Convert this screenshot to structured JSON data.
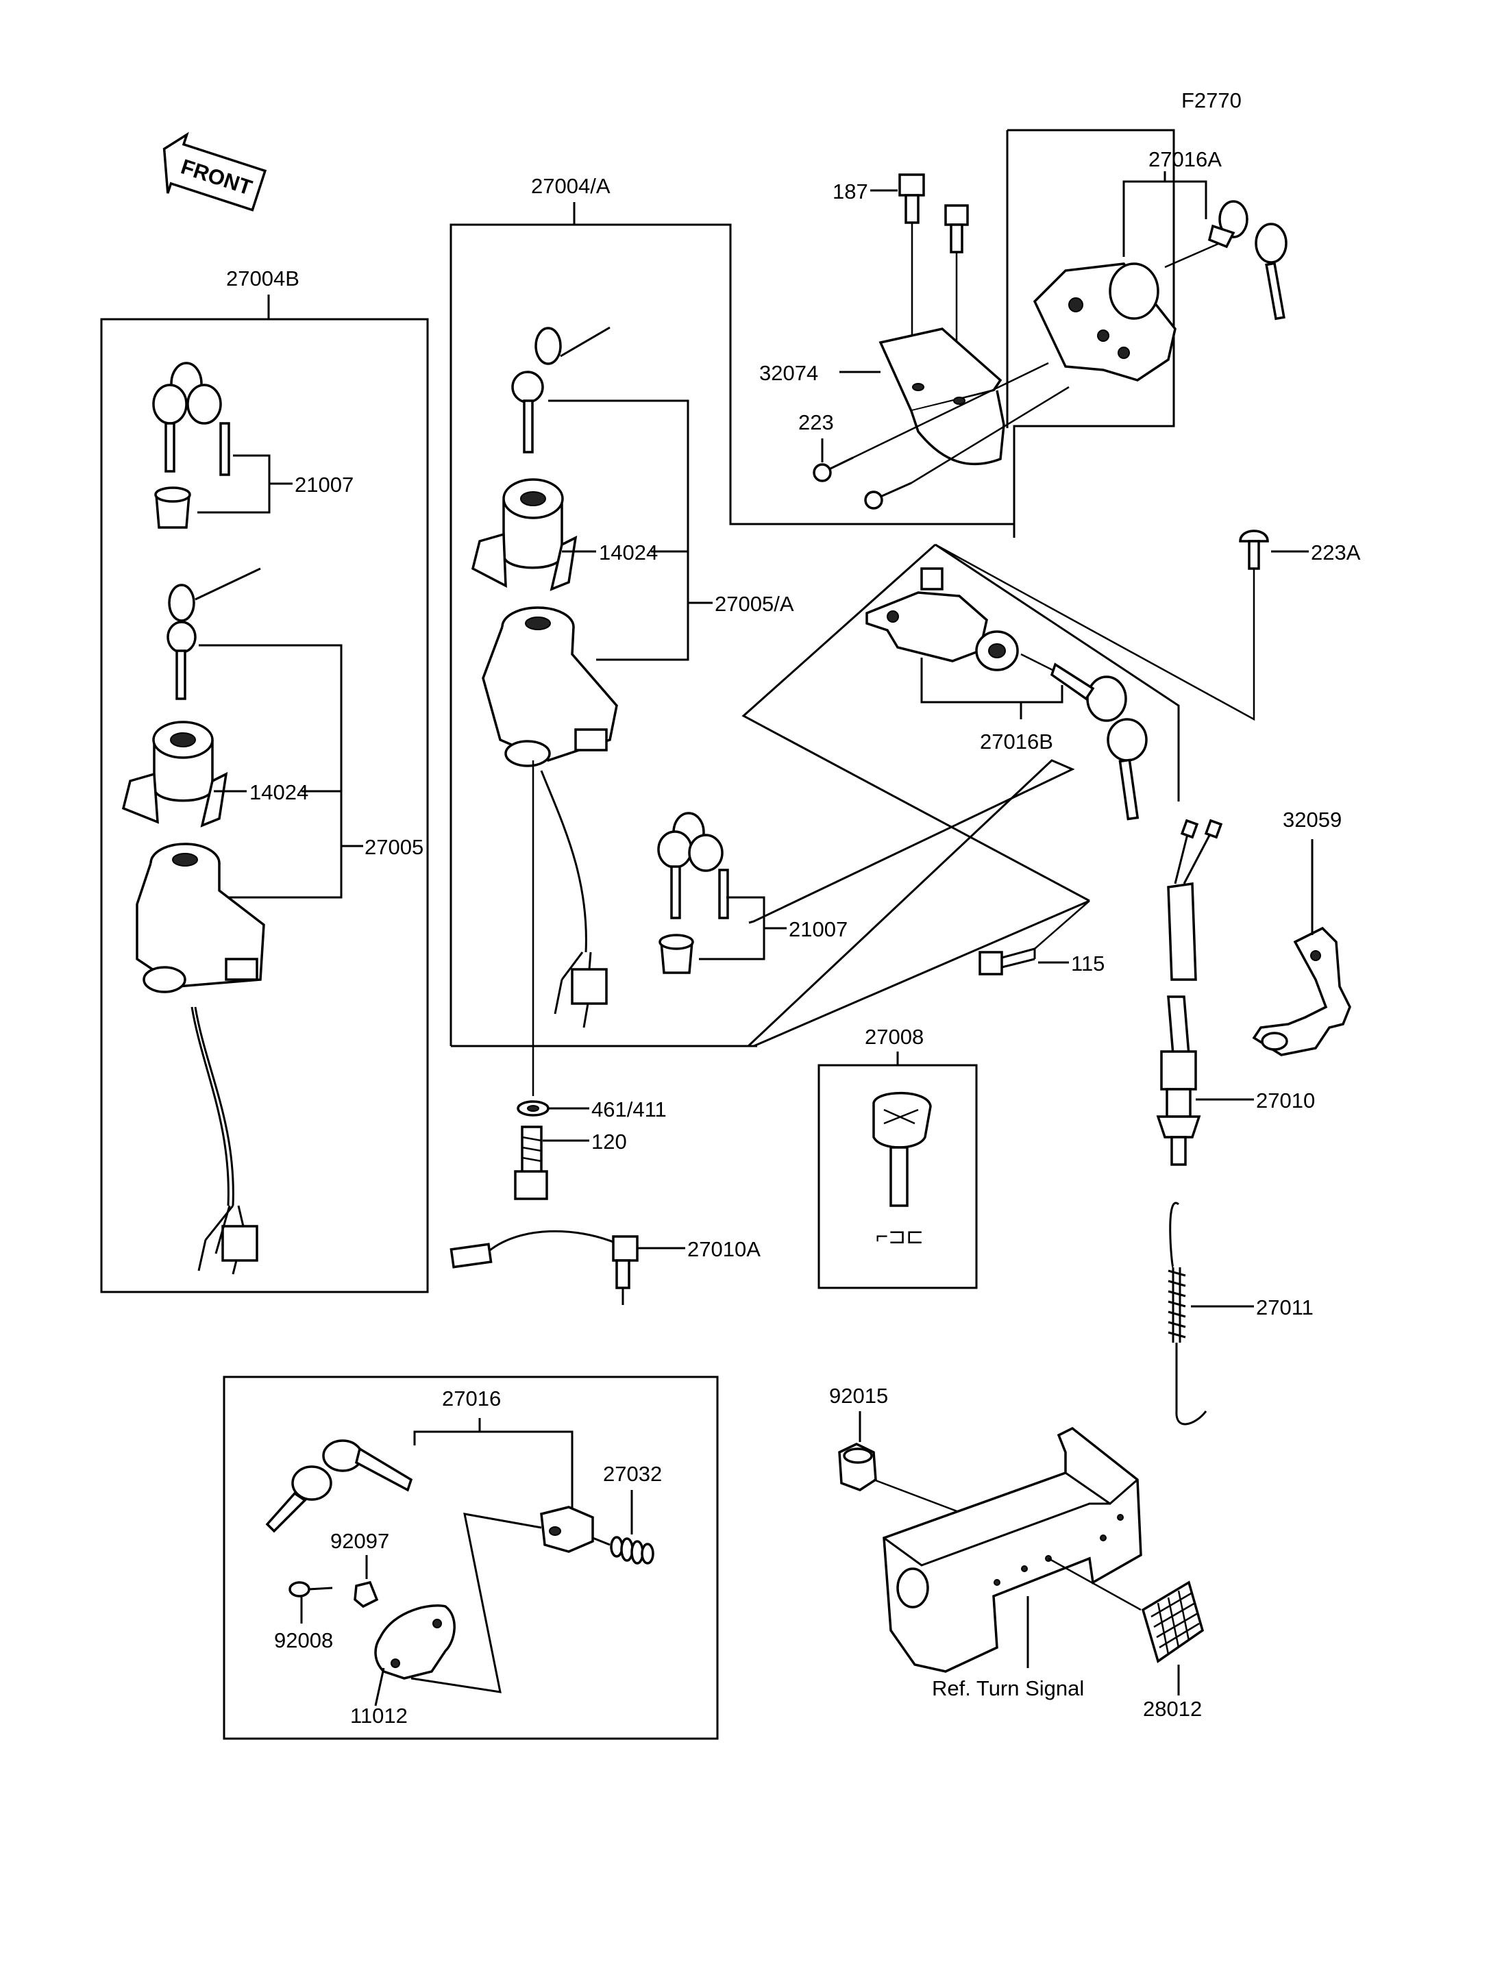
{
  "figure_code": "F2770",
  "front_arrow_text": "FRONT",
  "labels": {
    "p27004B": "27004B",
    "p21007_left": "21007",
    "p14024_left": "14024",
    "p27005": "27005",
    "p27004A": "27004/A",
    "p14024_mid": "14024",
    "p27005A": "27005/A",
    "p21007_mid": "21007",
    "p461_411": "461/411",
    "p120": "120",
    "p27010A": "27010A",
    "p187": "187",
    "p32074": "32074",
    "p223": "223",
    "p27016A": "27016A",
    "p223A": "223A",
    "p27016B": "27016B",
    "p115": "115",
    "p27008": "27008",
    "p32059": "32059",
    "p27010": "27010",
    "p27011": "27011",
    "p27016": "27016",
    "p27032": "27032",
    "p92097": "92097",
    "p92008": "92008",
    "p11012": "11012",
    "p92015": "92015",
    "ref_turn_signal": "Ref. Turn Signal",
    "p28012": "28012"
  }
}
